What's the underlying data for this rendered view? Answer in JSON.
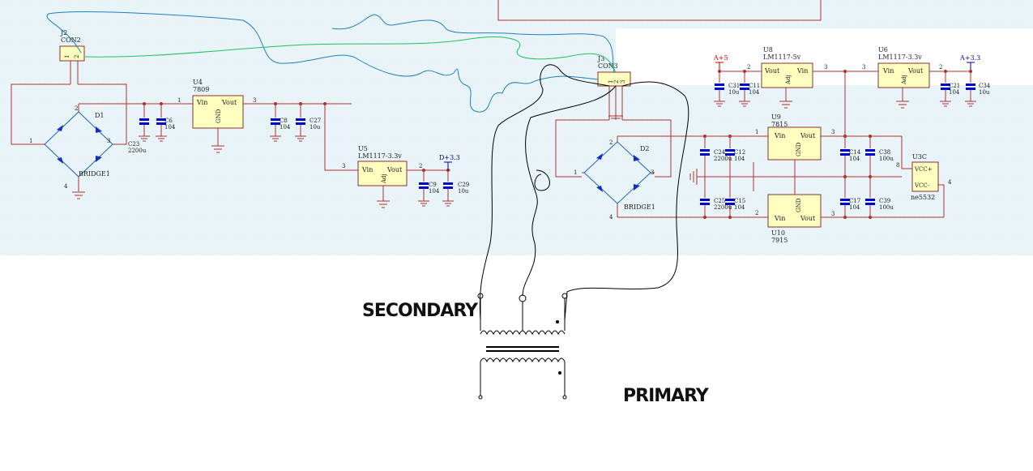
{
  "connectors": {
    "j2": {
      "ref": "J2",
      "name": "CON2",
      "pins": [
        "1",
        "2"
      ]
    },
    "j3": {
      "ref": "J3",
      "name": "CON3",
      "pins": [
        "1",
        "2",
        "3"
      ]
    }
  },
  "bridges": {
    "d1": {
      "ref": "D1",
      "name": "BRIDGE1",
      "pins": [
        "1",
        "2",
        "3",
        "4"
      ]
    },
    "d2": {
      "ref": "D2",
      "name": "BRIDGE1",
      "pins": [
        "1",
        "2",
        "3",
        "4"
      ]
    }
  },
  "regulators": {
    "u4": {
      "ref": "U4",
      "name": "7809",
      "vin": "Vin",
      "vout": "Vout",
      "gnd": "GND",
      "pin1": "1",
      "pin3": "3"
    },
    "u5": {
      "ref": "U5",
      "name": "LM1117-3.3v",
      "vin": "Vin",
      "vout": "Vout",
      "adj": "Adj",
      "pin2": "2",
      "pin3": "3"
    },
    "u8": {
      "ref": "U8",
      "name": "LM1117-5v",
      "vin": "Vin",
      "vout": "Vout",
      "adj": "Adj",
      "pin2": "2",
      "pin3": "3"
    },
    "u6": {
      "ref": "U6",
      "name": "LM1117-3.3v",
      "vin": "Vin",
      "vout": "Vout",
      "adj": "Adj",
      "pin2": "2",
      "pin3": "3"
    },
    "u9": {
      "ref": "U9",
      "name": "7815",
      "vin": "Vin",
      "vout": "Vout",
      "gnd": "GND",
      "pin1": "1",
      "pin3": "3"
    },
    "u10": {
      "ref": "U10",
      "name": "7915",
      "vin": "Vin",
      "vout": "Vout",
      "gnd": "GND",
      "pin2": "2",
      "pin3": "3"
    },
    "u3c": {
      "ref": "U3C",
      "name": "ne5532",
      "vccp": "VCC+",
      "vccn": "VCC-",
      "pin8": "8",
      "pin4": "4"
    }
  },
  "capacitors": {
    "c23": {
      "ref": "C23",
      "value": "2200u"
    },
    "c6": {
      "ref": "C6",
      "value": "104"
    },
    "c8": {
      "ref": "C8",
      "value": "104"
    },
    "c27": {
      "ref": "C27",
      "value": "10u"
    },
    "c9": {
      "ref": "C9",
      "value": "104"
    },
    "c29": {
      "ref": "C29",
      "value": "10u"
    },
    "c31": {
      "ref": "C31",
      "value": "10u"
    },
    "c11": {
      "ref": "C11",
      "value": "104"
    },
    "c21": {
      "ref": "C21",
      "value": "104"
    },
    "c34": {
      "ref": "C34",
      "value": "10u"
    },
    "c24": {
      "ref": "C24",
      "value": "2200u"
    },
    "c12": {
      "ref": "C12",
      "value": "104"
    },
    "c25": {
      "ref": "C25",
      "value": "2200u"
    },
    "c15": {
      "ref": "C15",
      "value": "104"
    },
    "c14": {
      "ref": "C14",
      "value": "104"
    },
    "c38": {
      "ref": "C38",
      "value": "100u"
    },
    "c17": {
      "ref": "C17",
      "value": "104"
    },
    "c39": {
      "ref": "C39",
      "value": "100u"
    }
  },
  "rails": {
    "d33": "D+3.3",
    "a5": "A+5",
    "a33": "A+3.3"
  },
  "transformer": {
    "secondary": "SECONDARY",
    "primary": "PRIMARY"
  },
  "colors": {
    "background_top": "#eaf6f8",
    "wire": "#b03030",
    "chip_fill": "#ffffc0",
    "capacitor": "#0000cc",
    "ground": "#b03030",
    "hand_wire_blue": "#2080c0",
    "hand_wire_green": "#20c060",
    "hand_wire_black": "#000000"
  }
}
